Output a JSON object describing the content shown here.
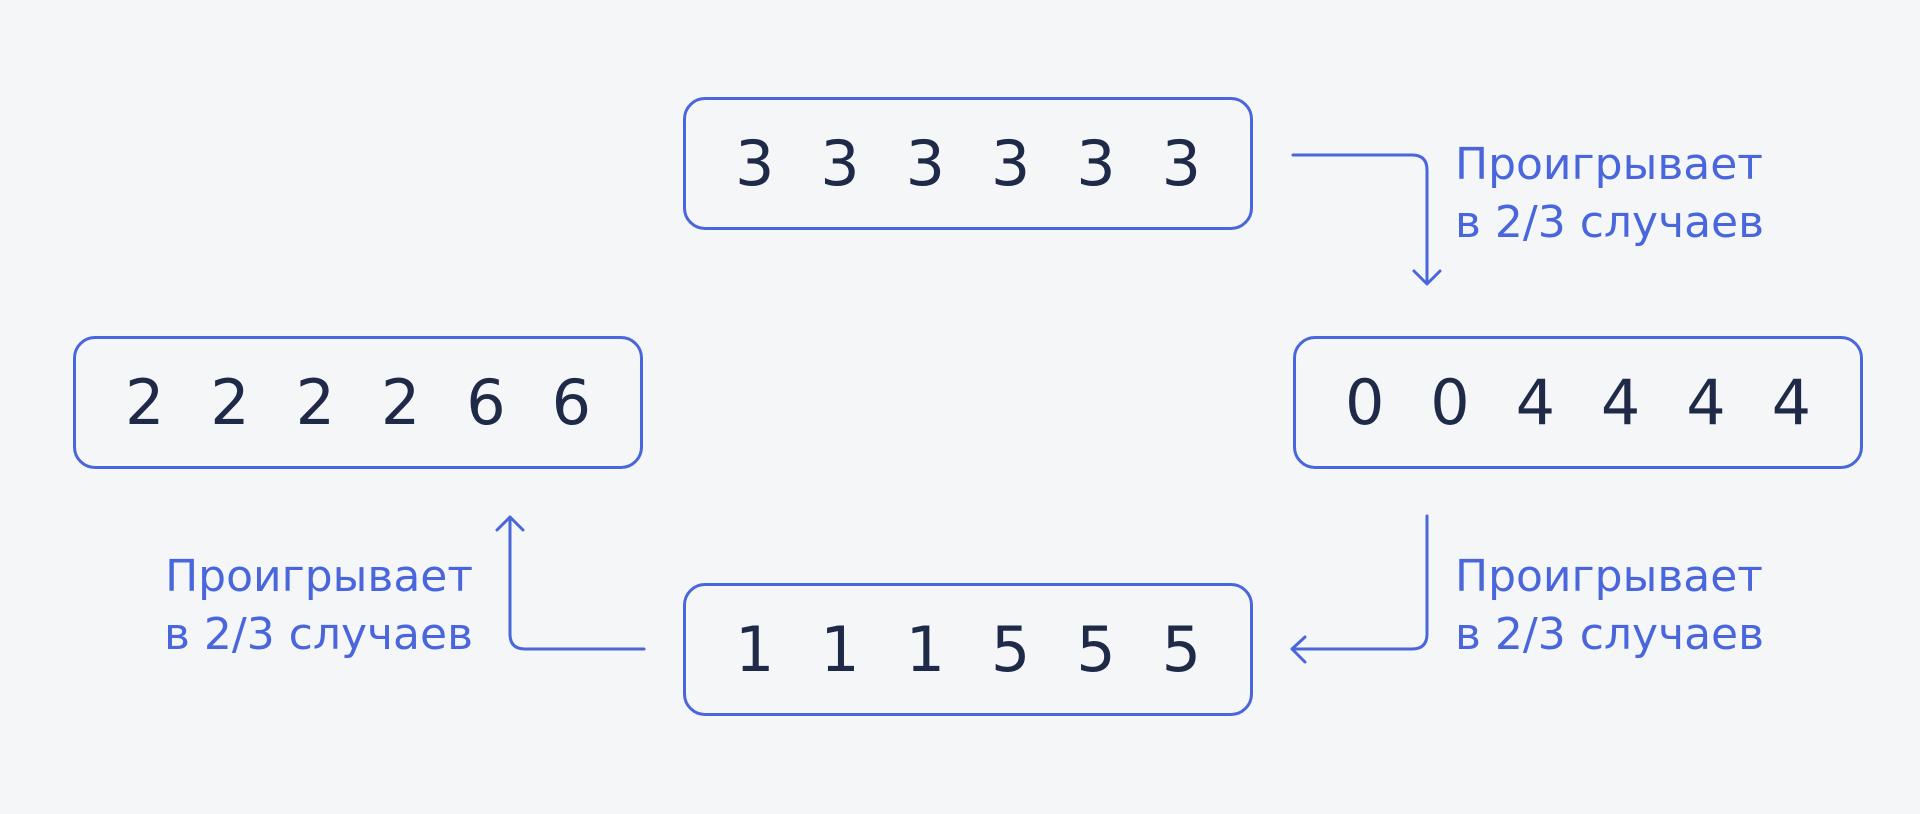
{
  "accent_color": "#4a66dc",
  "text_color": "#1f2a48",
  "background_color": "#f5f6f8",
  "dice": {
    "top": [
      "3",
      "3",
      "3",
      "3",
      "3",
      "3"
    ],
    "right": [
      "0",
      "0",
      "4",
      "4",
      "4",
      "4"
    ],
    "bottom": [
      "1",
      "1",
      "1",
      "5",
      "5",
      "5"
    ],
    "left": [
      "2",
      "2",
      "2",
      "2",
      "6",
      "6"
    ]
  },
  "captions": {
    "top_right": {
      "line1": "Проигрывает",
      "line2": "в 2/3 случаев"
    },
    "bottom_right": {
      "line1": "Проигрывает",
      "line2": "в 2/3 случаев"
    },
    "bottom_left": {
      "line1": "Проигрывает",
      "line2": "в 2/3 случаев"
    }
  }
}
